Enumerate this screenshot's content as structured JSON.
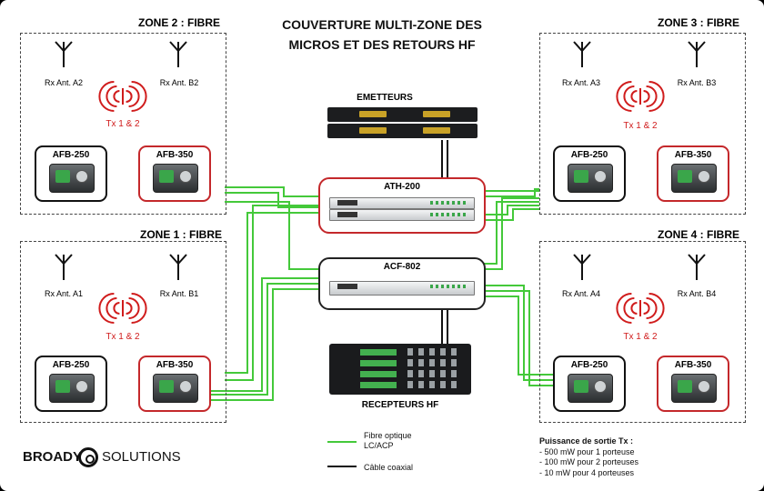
{
  "title_line1": "COUVERTURE MULTI-ZONE DES",
  "title_line2": "MICROS ET DES RETOURS HF",
  "colors": {
    "fiber": "#44c93a",
    "coax": "#111111",
    "accent_red": "#c4282b",
    "tx_red": "#d01c1c"
  },
  "zones": [
    {
      "id": "zone2",
      "title": "ZONE 2 : FIBRE",
      "ant_left": "Rx Ant. A2",
      "ant_right": "Rx Ant. B2",
      "tx": "Tx 1 & 2",
      "box_left": "AFB-250",
      "box_right": "AFB-350"
    },
    {
      "id": "zone1",
      "title": "ZONE 1 : FIBRE",
      "ant_left": "Rx Ant. A1",
      "ant_right": "Rx Ant. B1",
      "tx": "Tx 1 & 2",
      "box_left": "AFB-250",
      "box_right": "AFB-350"
    },
    {
      "id": "zone3",
      "title": "ZONE 3 : FIBRE",
      "ant_left": "Rx Ant. A3",
      "ant_right": "Rx Ant. B3",
      "tx": "Tx 1 & 2",
      "box_left": "AFB-250",
      "box_right": "AFB-350"
    },
    {
      "id": "zone4",
      "title": "ZONE 4 : FIBRE",
      "ant_left": "Rx Ant. A4",
      "ant_right": "Rx Ant. B4",
      "tx": "Tx 1 & 2",
      "box_left": "AFB-250",
      "box_right": "AFB-350"
    }
  ],
  "emitters_label": "EMETTEURS",
  "ath_label": "ATH-200",
  "acf_label": "ACF-802",
  "receivers_label": "RECEPTEURS HF",
  "legend": {
    "fiber_line1": "Fibre optique",
    "fiber_line2": "LC/ACP",
    "coax": "Câble coaxial"
  },
  "power": {
    "heading": "Puissance de sortie Tx :",
    "lines": [
      "- 500 mW pour 1 porteuse",
      "- 100 mW pour 2 porteuses",
      "- 10 mW pour 4 porteuses"
    ]
  },
  "logo": {
    "broady": "BROADY",
    "solutions": "SOLUTIONS"
  }
}
